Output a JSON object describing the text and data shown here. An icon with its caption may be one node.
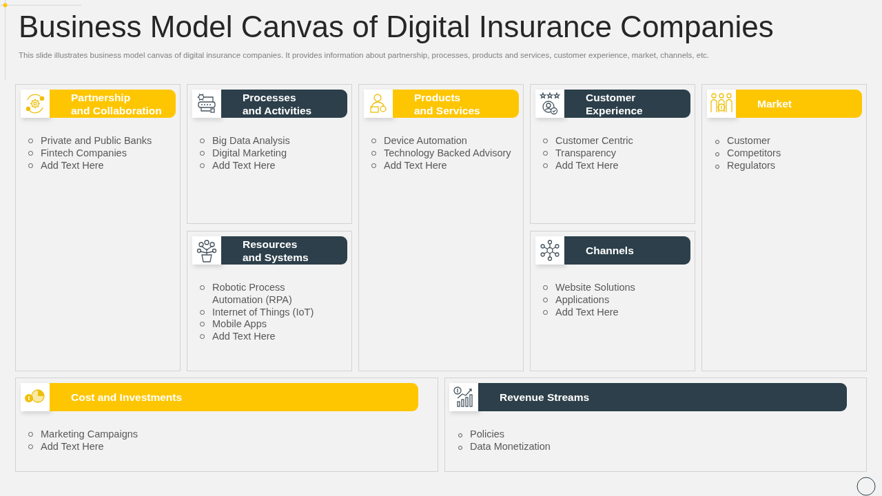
{
  "diagram": {
    "title": "Business Model Canvas of Digital Insurance Companies",
    "nodes": [
      {
        "text": [
          "Private and Public Banks",
          "Fintech Companies",
          "Add Text Here"
        ]
      },
      {
        "text": [
          "Partnership and Collaboration"
        ],
        "in": 0
      },
      {
        "text": [
          "Big Data Analysis",
          "Digital Marketing",
          "Add Text Here"
        ]
      },
      {
        "text": [
          "Processes and Activities"
        ],
        "in": 2
      },
      {
        "text": [
          "Device Automation",
          "Technology Backed Advisory",
          "Add Text Here"
        ]
      },
      {
        "text": [
          "Products and Services"
        ],
        "in": 4
      },
      {
        "text": [
          "Customer Centric",
          "Transparency",
          "Add Text Here"
        ]
      },
      {
        "text": [
          "Customer Experience"
        ],
        "in": 6
      },
      {
        "text": [
          "Customer",
          "Competitors",
          "Regulators"
        ]
      },
      {
        "text": [
          "Market"
        ],
        "in": 8
      },
      {
        "text": [
          "Robotic Process Automation (RPA)",
          "Internet of Things (IoT)",
          "Mobile Apps",
          "Add Text Here"
        ]
      },
      {
        "text": [
          "Resources and Systems"
        ],
        "in": 10
      },
      {
        "text": [
          "Website Solutions",
          "Applications",
          "Add Text Here"
        ]
      },
      {
        "text": [
          "Channels"
        ],
        "in": 12
      },
      {
        "text": [
          "Marketing Campaigns",
          "Add Text Here"
        ]
      },
      {
        "text": [
          "Cost and Investments"
        ],
        "in": 14
      },
      {
        "text": [
          "Policies",
          "Data Monetization"
        ]
      },
      {
        "text": [
          "Revenue Streams"
        ],
        "in": 16
      }
    ],
    "labels": [
      "This slide illustrates business model canvas of digital insurance companies. It provides information about partnership, processes, products and services, customer experience, market, channels, etc."
    ]
  }
}
